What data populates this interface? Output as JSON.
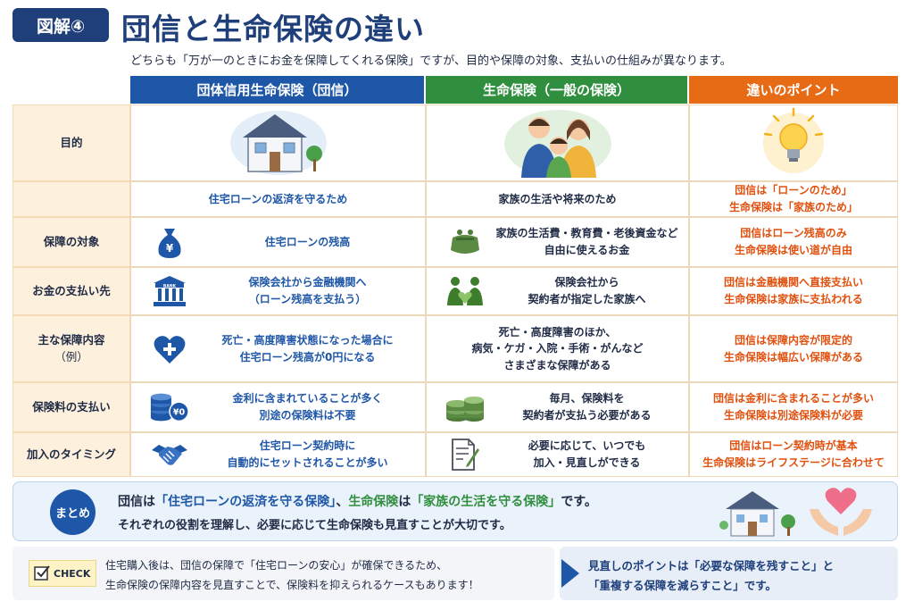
{
  "header": {
    "badge": "図解④",
    "title": "団信と生命保険の違い",
    "subtitle": "どちらも「万が一のときにお金を保障してくれる保険」ですが、目的や保障の対象、支払いの仕組みが異なります。"
  },
  "columns": [
    "団体信用生命保険（団信）",
    "生命保険（一般の保険）",
    "違いのポイント"
  ],
  "colors": {
    "blue": "#1f57a8",
    "green": "#2f8f3f",
    "orange": "#e66b14",
    "navy": "#1f3f7a"
  },
  "rows": {
    "purpose": {
      "label": "目的",
      "icons": [
        "house-icon",
        "family-icon",
        "lightbulb-icon"
      ],
      "danshin": "住宅ローンの返済を守るため",
      "seimei": "家族の生活や将来のため",
      "point1": "団信は「ローンのため」",
      "point2": "生命保険は「家族のため」"
    },
    "target": {
      "label": "保障の対象",
      "danshin_icon": "money-bag-icon",
      "danshin": "住宅ローンの残高",
      "seimei_icon": "wallet-icon",
      "seimei1": "家族の生活費・教育費・老後資金など",
      "seimei2": "自由に使えるお金",
      "point1": "団信はローン残高のみ",
      "point2": "生命保険は使い道が自由"
    },
    "payee": {
      "label": "お金の支払い先",
      "danshin_icon": "bank-icon",
      "bank_sign": "BANK",
      "danshin1": "保険会社から金融機関へ",
      "danshin2": "（ローン残高を支払う）",
      "seimei_icon": "family-heart-icon",
      "seimei1": "保険会社から",
      "seimei2": "契約者が指定した家族へ",
      "point1": "団信は金融機関へ直接支払い",
      "point2": "生命保険は家族に支払われる"
    },
    "coverage": {
      "label1": "主な保障内容",
      "label2": "（例）",
      "danshin_icon": "heart-plus-icon",
      "danshin1": "死亡・高度障害状態になった場合に",
      "danshin2": "住宅ローン残高が0円になる",
      "seimei1": "死亡・高度障害のほか、",
      "seimei2": "病気・ケガ・入院・手術・がんなど",
      "seimei3": "さまざまな保障がある",
      "point1": "団信は保障内容が限定的",
      "point2": "生命保険は幅広い保障がある"
    },
    "premium": {
      "label": "保険料の支払い",
      "danshin_icon": "coins-zero-icon",
      "coin_label": "¥0",
      "danshin1": "金利に含まれていることが多く",
      "danshin2": "別途の保険料は不要",
      "seimei_icon": "coin-stack-icon",
      "seimei1": "毎月、保険料を",
      "seimei2": "契約者が支払う必要がある",
      "point1": "団信は金利に含まれることが多い",
      "point2": "生命保険は別途保険料が必要"
    },
    "timing": {
      "label": "加入のタイミング",
      "danshin_icon": "handshake-icon",
      "danshin1": "住宅ローン契約時に",
      "danshin2": "自動的にセットされることが多い",
      "seimei_icon": "document-pen-icon",
      "seimei1": "必要に応じて、いつでも",
      "seimei2": "加入・見直しができる",
      "point1": "団信はローン契約時が基本",
      "point2": "生命保険はライフステージに合わせて"
    }
  },
  "summary": {
    "label": "まとめ",
    "a": "団信は",
    "b": "「住宅ローンの返済を守る保険」",
    "c": "、",
    "d": "生命保険",
    "e": "は",
    "f": "「家族の生活を守る保険」",
    "g": "です。",
    "line2": "それぞれの役割を理解し、必要に応じて生命保険も見直すことが大切です。",
    "icons": [
      "house-icon",
      "hands-heart-icon"
    ]
  },
  "check": {
    "label": "CHECK",
    "line1": "住宅購入後は、団信の保障で「住宅ローンの安心」が確保できるため、",
    "line2": "生命保険の保障内容を見直すことで、保険料を抑えられるケースもあります！"
  },
  "tip": {
    "line1": "見直しのポイントは「必要な保障を残すこと」と",
    "line2": "「重複する保障を減らすこと」です。"
  }
}
